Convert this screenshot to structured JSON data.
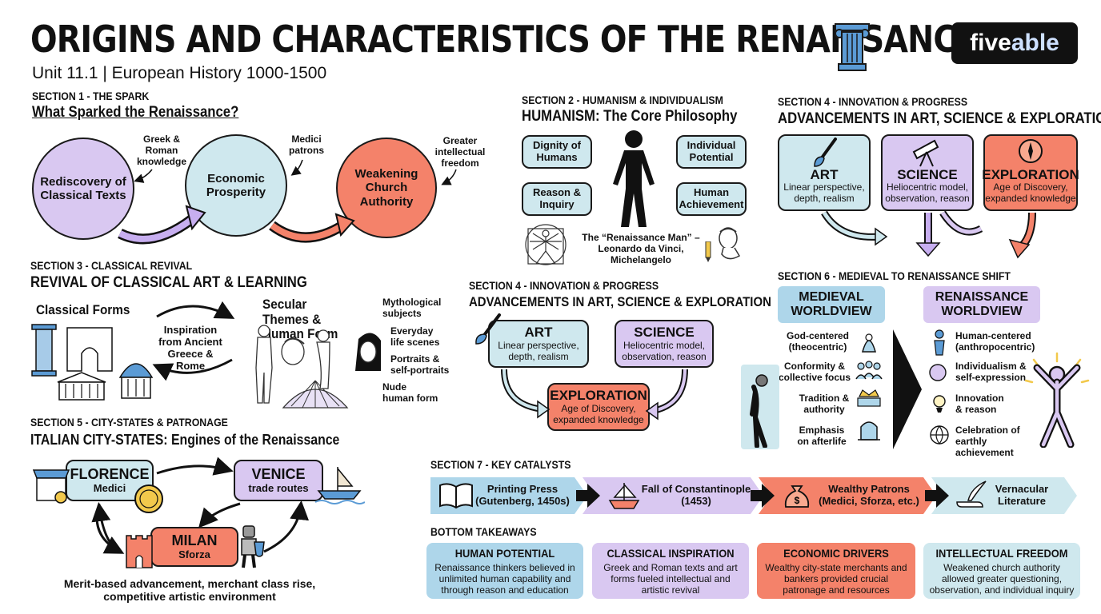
{
  "header": {
    "title": "ORIGINS AND CHARACTERISTICS OF THE RENAISSANCE",
    "subtitle": "Unit 11.1 | European History 1000-1500",
    "logo_main": "five",
    "logo_accent": "able"
  },
  "section1": {
    "label": "SECTION 1 - THE SPARK",
    "heading": "What Sparked the Renaissance?",
    "nodes": [
      "Rediscovery of Classical Texts",
      "Economic Prosperity",
      "Weakening Church Authority"
    ],
    "notes": [
      "Greek & Roman knowledge",
      "Medici patrons",
      "Greater intellectual freedom"
    ]
  },
  "section2": {
    "label": "SECTION 2 - HUMANISM & INDIVIDUALISM",
    "heading": "HUMANISM: The Core Philosophy",
    "boxes": [
      "Dignity of Humans",
      "Individual Potential",
      "Reason & Inquiry",
      "Human Achievement"
    ],
    "caption": "The “Renaissance Man” – Leonardo da Vinci, Michelangelo"
  },
  "section3": {
    "label": "SECTION 3 - CLASSICAL REVIVAL",
    "heading": "REVIVAL OF CLASSICAL ART & LEARNING",
    "forms": "Classical Forms",
    "inspiration": "Inspiration from Ancient Greece & Rome",
    "themes": "Secular Themes & Human Form",
    "list": [
      "Mythological subjects",
      "Everyday life scenes",
      "Portraits & self-portraits",
      "Nude human form"
    ]
  },
  "section4a": {
    "label": "SECTION 4 - INNOVATION & PROGRESS",
    "heading": "ADVANCEMENTS IN ART, SCIENCE & EXPLORATION",
    "art": {
      "title": "ART",
      "desc": "Linear perspective, depth, realism"
    },
    "science": {
      "title": "SCIENCE",
      "desc": "Heliocentric model, observation, reason"
    },
    "exploration": {
      "title": "EXPLORATION",
      "desc": "Age of Discovery, expanded knowledge"
    }
  },
  "section4b": {
    "label": "SECTION 4 - INNOVATION & PROGRESS",
    "heading": "ADVANCEMENTS IN ART, SCIENCE & EXPLORATION",
    "art": {
      "title": "ART",
      "desc": "Linear perspective, depth, realism"
    },
    "science": {
      "title": "SCIENCE",
      "desc": "Heliocentric model, observation, reason"
    },
    "exploration": {
      "title": "EXPLORATION",
      "desc": "Age of Discovery, expanded knowledge"
    }
  },
  "section5": {
    "label": "SECTION 5 - CITY-STATES & PATRONAGE",
    "heading": "ITALIAN CITY-STATES: Engines of the Renaissance",
    "florence": {
      "name": "FLORENCE",
      "sub": "Medici"
    },
    "venice": {
      "name": "VENICE",
      "sub": "trade routes"
    },
    "milan": {
      "name": "MILAN",
      "sub": "Sforza"
    },
    "caption": "Merit-based advancement, merchant class rise, competitive artistic environment"
  },
  "section6": {
    "label": "SECTION 6 - MEDIEVAL TO RENAISSANCE SHIFT",
    "medieval": "MEDIEVAL WORLDVIEW",
    "renaissance": "RENAISSANCE WORLDVIEW",
    "medieval_items": [
      "God-centered (theocentric)",
      "Conformity & collective focus",
      "Tradition & authority",
      "Emphasis on afterlife"
    ],
    "renaissance_items": [
      "Human-centered (anthropocentric)",
      "Individualism & self-expression",
      "Innovation & reason",
      "Celebration of earthly achievement"
    ]
  },
  "section7": {
    "label": "SECTION 7 - KEY CATALYSTS",
    "items": [
      "Printing Press (Gutenberg, 1450s)",
      "Fall of Constantinople (1453)",
      "Wealthy Patrons (Medici, Sforza, etc.)",
      "Vernacular Literature"
    ]
  },
  "takeaways": {
    "label": "BOTTOM TAKEAWAYS",
    "items": [
      {
        "title": "HUMAN POTENTIAL",
        "text": "Renaissance thinkers believed in unlimited human capability and through reason and education"
      },
      {
        "title": "CLASSICAL INSPIRATION",
        "text": "Greek and Roman texts and art forms fueled intellectual and artistic revival"
      },
      {
        "title": "ECONOMIC DRIVERS",
        "text": "Wealthy city-state merchants and bankers provided crucial patronage and resources"
      },
      {
        "title": "INTELLECTUAL FREEDOM",
        "text": "Weakened church authority allowed greater questioning, observation, and individual inquiry"
      }
    ]
  },
  "colors": {
    "purple": "#d9c8f1",
    "teal": "#cfe8ee",
    "coral": "#f4826a",
    "blue": "#aed6ea"
  }
}
